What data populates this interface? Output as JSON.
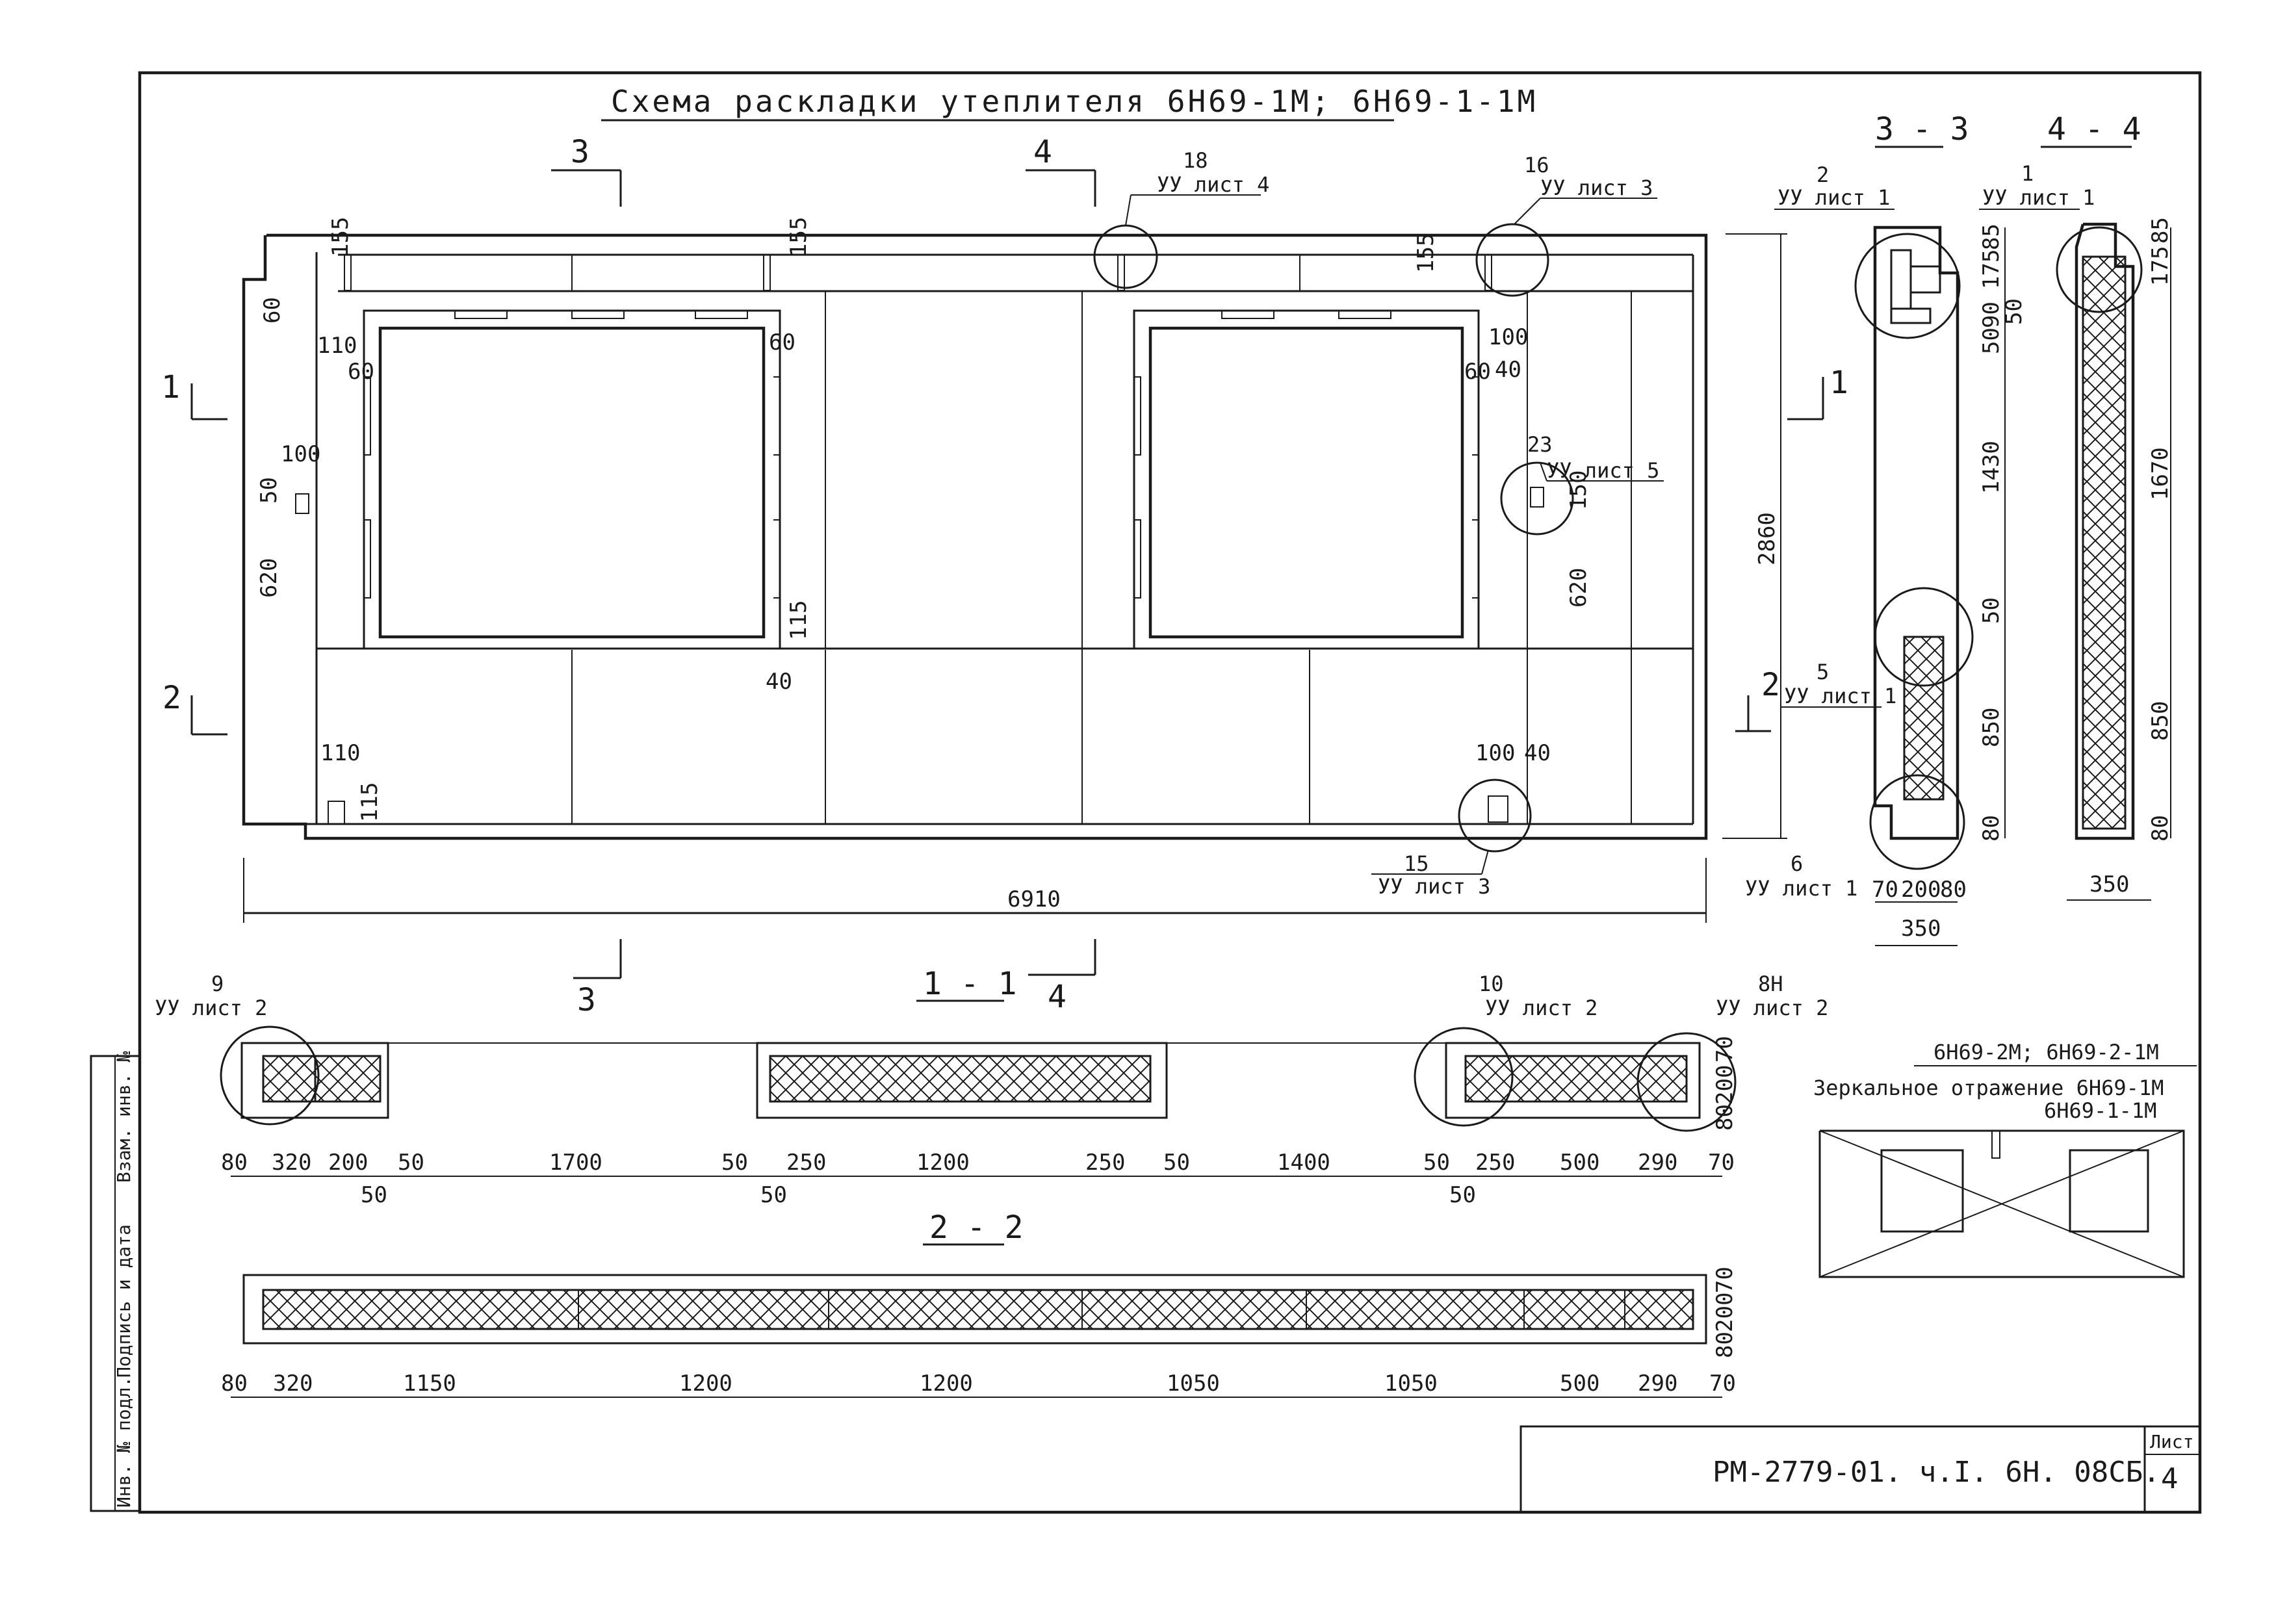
{
  "title": "Схема раскладки утеплителя 6Н69-1М; 6Н69-1-1М",
  "colors": {
    "ink": "#1a1a1a",
    "paper": "#ffffff"
  },
  "section_cuts": {
    "c1": "1",
    "c2": "2",
    "c3": "3",
    "c4": "4"
  },
  "sections": {
    "s11": "1 - 1",
    "s22": "2 - 2",
    "s33": "3 - 3",
    "s44": "4 - 4"
  },
  "nodes": [
    {
      "num": "18",
      "ref": "УУ лист 4"
    },
    {
      "num": "16",
      "ref": "УУ лист 3"
    },
    {
      "num": "23",
      "ref": "УУ лист 5"
    },
    {
      "num": "15",
      "ref": "УУ лист 3"
    },
    {
      "num": "2",
      "ref": "УУ лист 1"
    },
    {
      "num": "1",
      "ref": "УУ лист 1"
    },
    {
      "num": "5",
      "ref": "УУ лист 1"
    },
    {
      "num": "6",
      "ref": "УУ лист 1"
    },
    {
      "num": "9",
      "ref": "УУ лист 2"
    },
    {
      "num": "10",
      "ref": "УУ лист 2"
    },
    {
      "num": "8Н",
      "ref": "УУ лист 2"
    }
  ],
  "plan_dims": {
    "overall": "6910",
    "d155a": "155",
    "d155b": "155",
    "d155c": "155",
    "d60a": "60",
    "d60b": "60",
    "d60c": "60",
    "d60d": "60",
    "d110a": "110",
    "d110b": "110",
    "d100a": "100",
    "d100b": "100",
    "d100c": "100",
    "d40a": "40",
    "d40b": "40",
    "d40c": "40",
    "d50a": "50",
    "d620a": "620",
    "d620b": "620",
    "d115a": "115",
    "d115b": "115",
    "d150": "150"
  },
  "s33_dims": {
    "h": "2860",
    "a": "85",
    "b": "175",
    "c": "90",
    "d": "50",
    "e": "50",
    "f": "1430",
    "g": "50",
    "i": "850",
    "j": "80",
    "w1": "70",
    "w2": "200",
    "w3": "80",
    "total": "350"
  },
  "s44_dims": {
    "a": "85",
    "b": "175",
    "h": "1670",
    "i": "850",
    "j": "80",
    "total": "350"
  },
  "s11_dims": [
    "80",
    "320",
    "200",
    "50",
    "1700",
    "50",
    "250",
    "1200",
    "250",
    "50",
    "1400",
    "50",
    "250",
    "500",
    "290",
    "70"
  ],
  "s11_sub": [
    "50",
    "50",
    "50"
  ],
  "s11_vert": [
    "70",
    "200",
    "80"
  ],
  "s22_dims": [
    "80",
    "320",
    "1150",
    "1200",
    "1200",
    "1050",
    "1050",
    "500",
    "290",
    "70"
  ],
  "s22_vert": [
    "70",
    "200",
    "80"
  ],
  "mirror": {
    "line1": "6Н69-2М; 6Н69-2-1М",
    "line2": "Зеркальное отражение 6Н69-1М",
    "line3": "6Н69-1-1М"
  },
  "stamp": {
    "inv": "Инв. № подл.",
    "sign": "Подпись и дата",
    "repl": "Взам. инв. №"
  },
  "footer": {
    "code": "РМ-2779-01. ч.I. 6Н. 08СБ.",
    "sheet_label": "Лист",
    "sheet_no": "4"
  }
}
